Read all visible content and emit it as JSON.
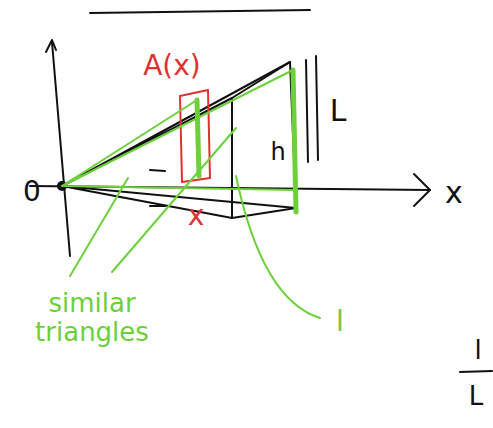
{
  "diagram": {
    "labels": [
      "A(x)",
      "0",
      "x",
      "x",
      "L",
      "h",
      "l",
      "similar triangles",
      "l",
      "L"
    ]
  }
}
